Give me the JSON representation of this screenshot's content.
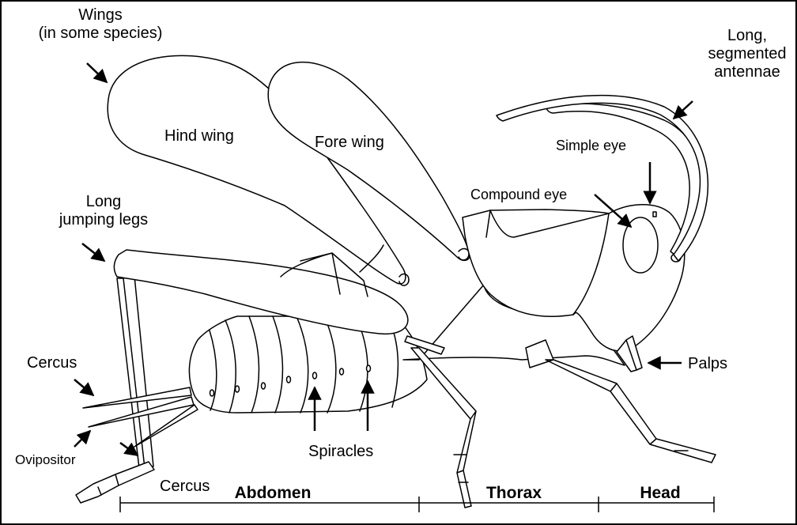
{
  "labels": {
    "wings_line1": "Wings",
    "wings_line2": "(in some species)",
    "hind_wing": "Hind wing",
    "fore_wing": "Fore wing",
    "long_jumping_legs_line1": "Long",
    "long_jumping_legs_line2": "jumping legs",
    "antennae_line1": "Long,",
    "antennae_line2": "segmented",
    "antennae_line3": "antennae",
    "simple_eye": "Simple eye",
    "compound_eye": "Compound eye",
    "palps": "Palps",
    "cercus_top": "Cercus",
    "ovipositor": "Ovipositor",
    "cercus_bottom": "Cercus",
    "spiracles": "Spiracles"
  },
  "body_regions": {
    "abdomen": "Abdomen",
    "thorax": "Thorax",
    "head": "Head"
  }
}
